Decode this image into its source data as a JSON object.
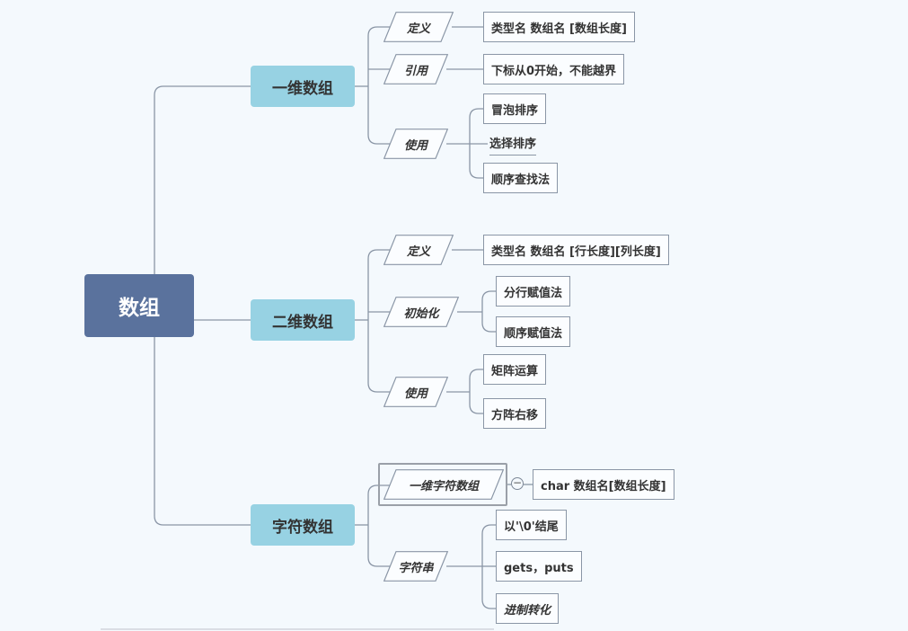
{
  "root": {
    "label": "数组"
  },
  "branches": [
    {
      "label": "一维数组",
      "children": [
        {
          "label": "定义",
          "items": [
            "类型名 数组名 [数组长度]"
          ]
        },
        {
          "label": "引用",
          "items": [
            "下标从0开始，不能越界"
          ]
        },
        {
          "label": "使用",
          "items": [
            "冒泡排序",
            "选择排序",
            "顺序查找法"
          ]
        }
      ]
    },
    {
      "label": "二维数组",
      "children": [
        {
          "label": "定义",
          "items": [
            "类型名 数组名 [行长度][列长度]"
          ]
        },
        {
          "label": "初始化",
          "items": [
            "分行赋值法",
            "顺序赋值法"
          ]
        },
        {
          "label": "使用",
          "items": [
            "矩阵运算",
            "方阵右移"
          ]
        }
      ]
    },
    {
      "label": "字符数组",
      "children": [
        {
          "label": "一维字符数组",
          "items": [
            "char 数组名[数组长度]"
          ]
        },
        {
          "label": "字符串",
          "items": [
            "以'\\0'结尾",
            "gets，puts",
            "进制转化"
          ]
        }
      ]
    }
  ],
  "collapse_symbol": "−",
  "colors": {
    "root_fill": "#5a729d",
    "branch_fill": "#97d2e3",
    "line": "#8a96a6",
    "background": "#f4f9fd"
  }
}
